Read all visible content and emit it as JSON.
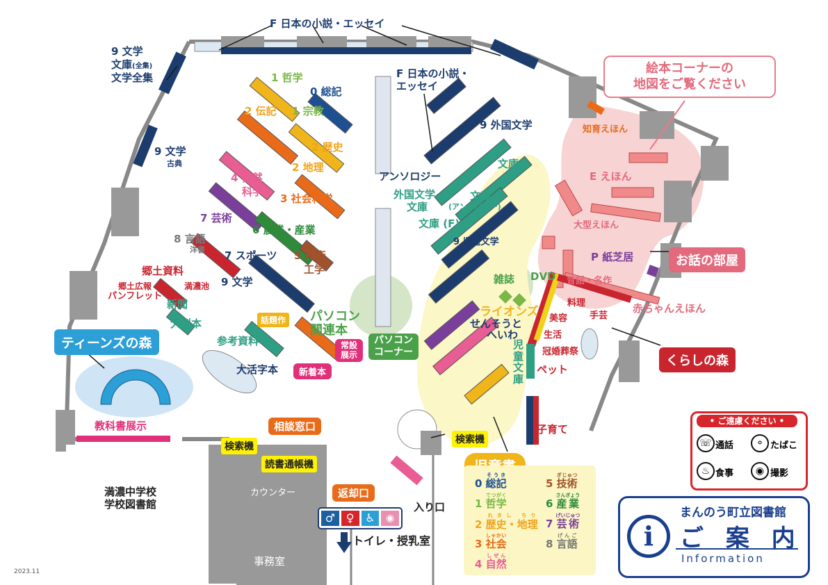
{
  "labels": {
    "fiction_top": "F 日本の小説・エッセイ",
    "fiction_mid_1": "F 日本の小説・",
    "fiction_mid_2": "エッセイ",
    "lit_9_1": "9 文学",
    "lit_9_2": "文庫",
    "lit_9_2_small": "(全集)",
    "lit_9_3": "文学全集",
    "lit_classics": "9 文学",
    "lit_classics_sub": "古典",
    "c1": "1 哲学",
    "c0": "0 総記",
    "c2a": "2 伝記",
    "c1b": "1 宗教",
    "c2b": "2 歴史",
    "c2c": "2 地理",
    "c4a": "4 自然",
    "c4b": "科学",
    "c3": "3 社会科学",
    "c7a": "7 芸術",
    "c6": "6 農業・産業",
    "c8": "8 言語",
    "c8sub": "洋書",
    "c7b": "7 スポーツ",
    "c5a": "5 技術",
    "c5b": "工学",
    "local": "郷土資料",
    "local_pr_1": "郷土広報",
    "local_pr_2": "パンフレット",
    "mannoike": "満濃池",
    "c9": "9 文学",
    "newspaper": "新聞",
    "large_books": "大型本",
    "reference": "参考資料",
    "large_print": "大活字本",
    "topics": "話題作",
    "pc_books_1": "パソコン",
    "pc_books_2": "関連本",
    "permanent_1": "常設",
    "permanent_2": "展示",
    "new_books": "新着本",
    "pc_corner_1": "パソコン",
    "pc_corner_2": "コーナー",
    "foreign_9": "9 外国文学",
    "anthology": "アンソロジー",
    "foreign_bunko_1": "外国文学",
    "foreign_bunko_2": "文庫",
    "bunko_a": "文庫",
    "bunko_b": "文庫",
    "bunko_b_sub": "(アンソロジー)",
    "bunko_f": "文庫 (F)",
    "children_lit": "9 児童文学",
    "bunko_top": "文庫",
    "magazines": "雑誌",
    "dvd": "DVD",
    "lions_1": "ライオンズ",
    "lions_2": "せんそうと",
    "lions_3": "へいわ",
    "kids_bunko": "児童文庫",
    "picture_e": "E えほん",
    "chiiku": "知育えほん",
    "large_picture": "大型えほん",
    "kamishibai": "P 紙芝居",
    "folktales": "昔話・名作",
    "baby_books": "赤ちゃんえほん",
    "cooking": "料理",
    "beauty": "美容",
    "handicraft": "手芸",
    "life": "生活",
    "ceremony": "冠婚葬祭",
    "pets": "ペット",
    "childcare": "子育て",
    "textbook": "教科書展示",
    "school_1": "満濃中学校",
    "school_2": "学校図書館",
    "counter": "カウンター",
    "office": "事務室",
    "entrance": "入り口",
    "toilet": "トイレ・授乳室",
    "date": "2023.11"
  },
  "pills": {
    "teens": "ティーンズの森",
    "consult": "相談窓口",
    "search_1": "検索機",
    "passbook": "読書通帳機",
    "return": "返却口",
    "search_2": "検索機",
    "childrens_books": "児童書",
    "pc_corner": "パソコンコーナー",
    "story_room": "お話の部屋",
    "kurashi": "くらしの森"
  },
  "callout": {
    "line1": "絵本コーナーの",
    "line2": "地図をご覧ください"
  },
  "legend": [
    {
      "num": "0",
      "label": "総記",
      "ruby": "そうき",
      "color": "#1d4f91"
    },
    {
      "num": "1",
      "label": "哲学",
      "ruby": "てつがく",
      "color": "#7ab648"
    },
    {
      "num": "2",
      "label": "歴史・地理",
      "ruby": "れきし ちり",
      "color": "#f0a31a"
    },
    {
      "num": "3",
      "label": "社会",
      "ruby": "しゃかい",
      "color": "#e96b1a"
    },
    {
      "num": "4",
      "label": "自然",
      "ruby": "しぜん",
      "color": "#e85d93"
    },
    {
      "num": "5",
      "label": "技術",
      "ruby": "ぎじゅつ",
      "color": "#a0522d"
    },
    {
      "num": "6",
      "label": "産業",
      "ruby": "さんぎょう",
      "color": "#2e8b3a"
    },
    {
      "num": "7",
      "label": "芸術",
      "ruby": "げいじゅつ",
      "color": "#7a3f9a"
    },
    {
      "num": "8",
      "label": "言語",
      "ruby": "げんご",
      "color": "#777777"
    }
  ],
  "manners": {
    "title": "• ご遠慮ください •",
    "items": [
      "通話",
      "たばこ",
      "食事",
      "撮影"
    ]
  },
  "info": {
    "name": "まんのう町立図書館",
    "title": "ご 案 内",
    "subtitle": "Information"
  },
  "colors": {
    "navy": "#1d3c6e",
    "teal": "#2e9e84",
    "purple": "#7a3f9a",
    "orange": "#e96b1a",
    "yellow": "#f0b51a",
    "pink": "#e85d93",
    "red": "#c9252f",
    "green": "#4aa14a",
    "blue": "#2c9fd6"
  }
}
